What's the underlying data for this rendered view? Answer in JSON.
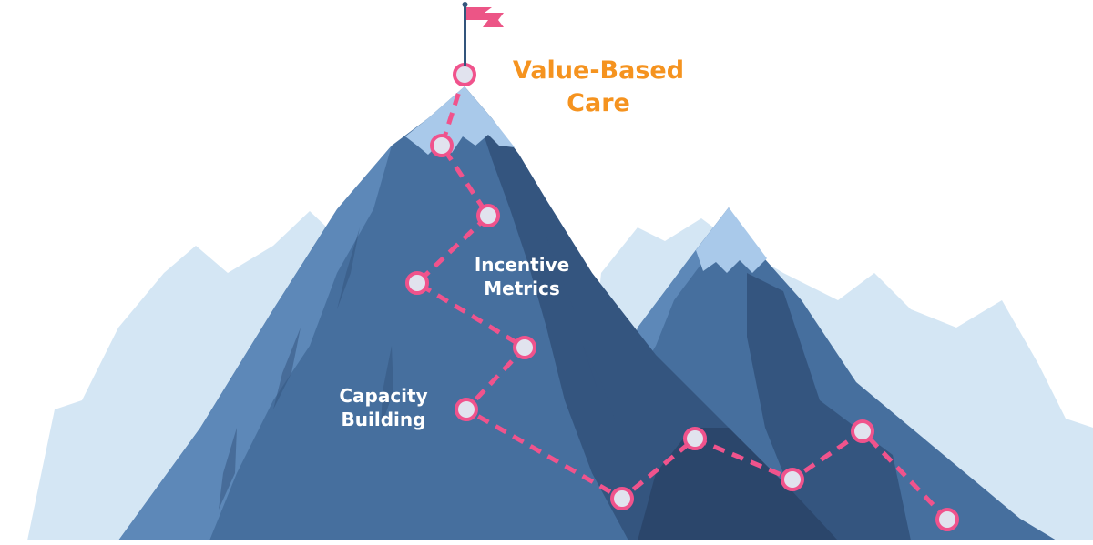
{
  "colors": {
    "path": "#f0538c",
    "waypoint_fill": "#e1e3ee",
    "summit_label": "#f5931f",
    "stage_label": "#ffffff",
    "mountain_main": "#466f9e",
    "mountain_dark": "#34557f",
    "mountain_shadow": "#2b466b",
    "mountain_side": "#5d88b8",
    "snow": "#a9c9ea",
    "background_range": "#d4e6f4",
    "flag": "#ec5586",
    "flag_pole": "#33557c"
  },
  "icons": {
    "summit": "summit-flag-icon",
    "waypoint": "waypoint-circle-icon"
  },
  "labels": {
    "summit": {
      "line1": "Value-Based",
      "line2": "Care"
    },
    "incentive": {
      "line1": "Incentive",
      "line2": "Metrics"
    },
    "capacity": {
      "line1": "Capacity",
      "line2": "Building"
    }
  }
}
